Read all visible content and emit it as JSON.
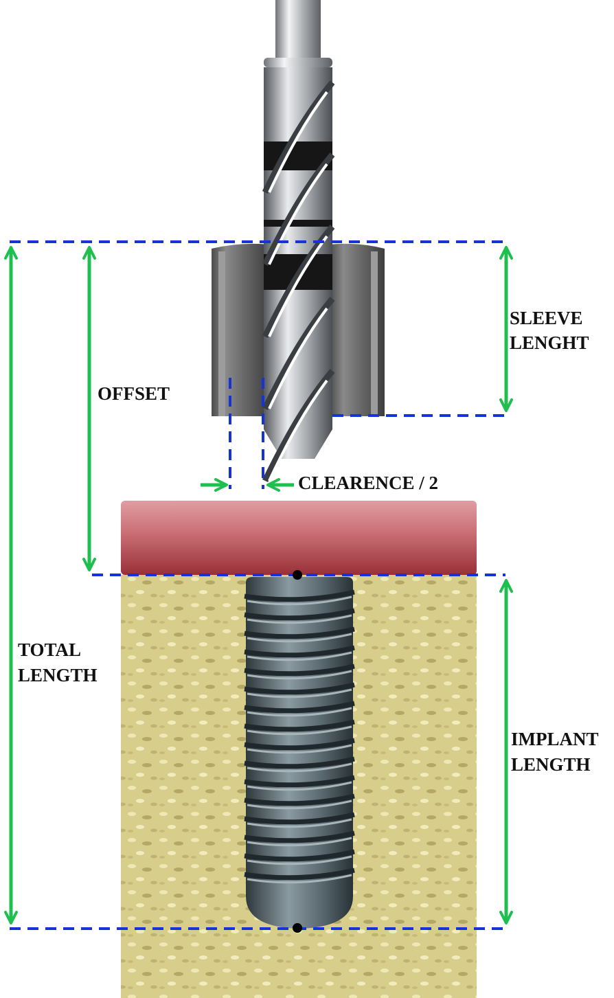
{
  "labels": {
    "sleeve_line1": "SLEEVE",
    "sleeve_line2": "LENGHT",
    "offset": "OFFSET",
    "clearance": "CLEARENCE / 2",
    "total_line1": "TOTAL",
    "total_line2": "LENGTH",
    "implant_line1": "IMPLANT",
    "implant_line2": "LENGTH"
  },
  "colors": {
    "dimension_arrow": "#1fbf4f",
    "reference_line": "#1533d6",
    "gingiva": "#c0636b",
    "bone": "#d9cf8a",
    "sleeve": "#6d6d6d",
    "drill": "#c9cbcd",
    "implant": "#5c6b72",
    "marker": "#000000"
  },
  "icons": {
    "drill": "twist-drill-icon",
    "sleeve": "guide-sleeve-icon",
    "implant": "dental-implant-icon",
    "gingiva": "gum-tissue-icon",
    "bone": "bone-block-icon"
  }
}
